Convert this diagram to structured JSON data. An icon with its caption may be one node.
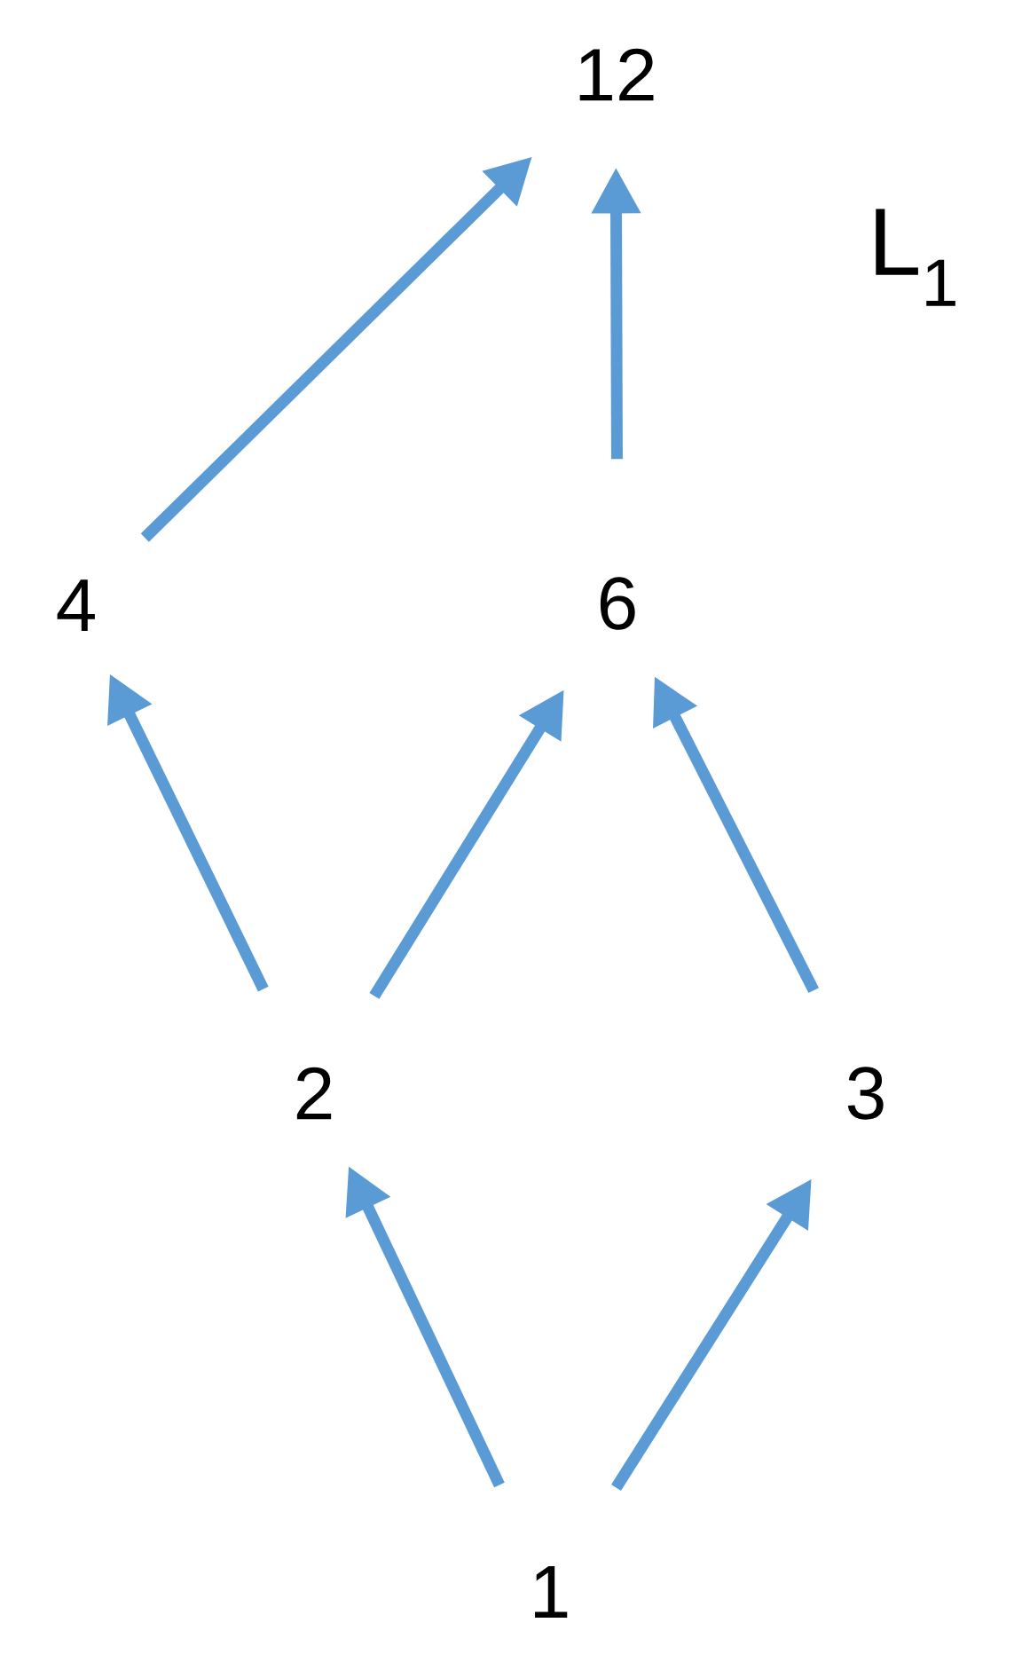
{
  "diagram": {
    "nodes": [
      {
        "text": [
          "12"
        ]
      },
      {
        "text": [
          "4"
        ]
      },
      {
        "text": [
          "6"
        ]
      },
      {
        "text": [
          "2"
        ]
      },
      {
        "text": [
          "3"
        ]
      },
      {
        "text": [
          "1"
        ]
      }
    ],
    "edges": [
      {
        "from": 1,
        "to": 0,
        "arrow": "to"
      },
      {
        "from": 2,
        "to": 0,
        "arrow": "to"
      },
      {
        "from": 3,
        "to": 1,
        "arrow": "to"
      },
      {
        "from": 3,
        "to": 2,
        "arrow": "to"
      },
      {
        "from": 4,
        "to": 2,
        "arrow": "to"
      },
      {
        "from": 5,
        "to": 3,
        "arrow": "to"
      },
      {
        "from": 5,
        "to": 4,
        "arrow": "to"
      }
    ],
    "labels": [
      "L$_{1}$"
    ]
  }
}
